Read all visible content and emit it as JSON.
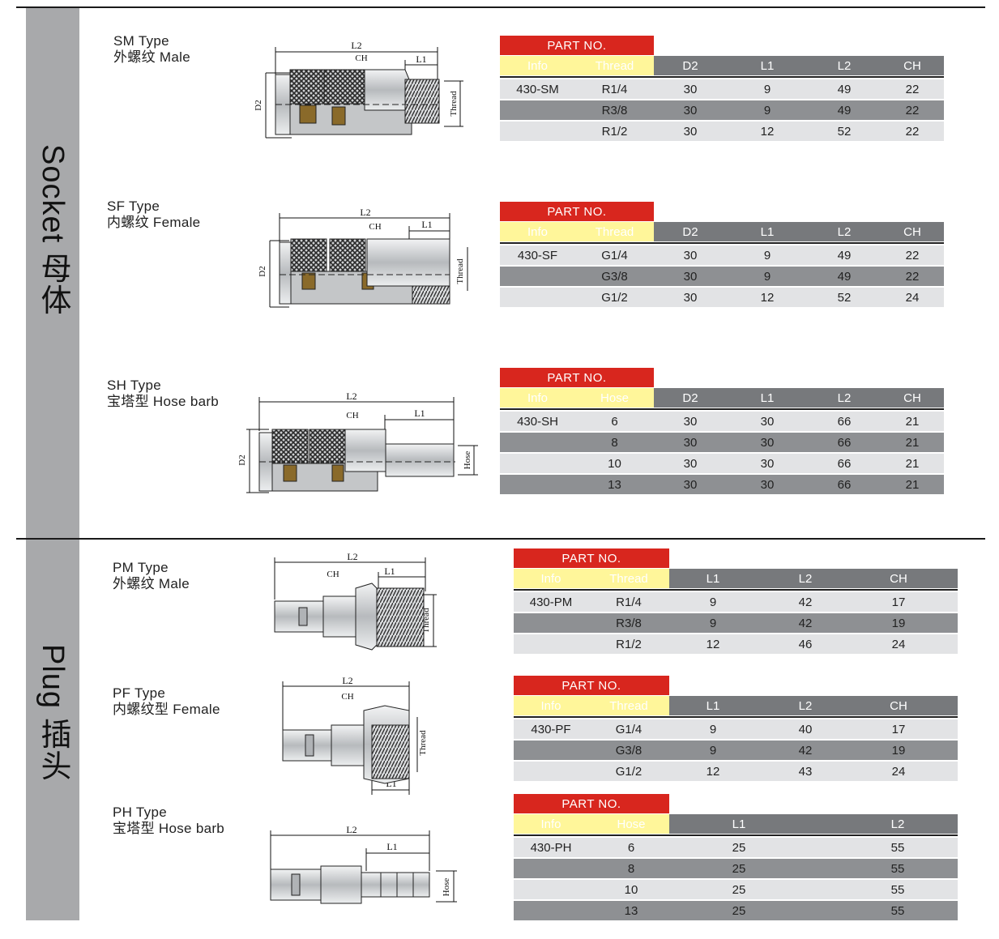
{
  "sections": [
    {
      "id": "socket",
      "label": "Socket 母体"
    },
    {
      "id": "plug",
      "label": "Plug 插头"
    }
  ],
  "colors": {
    "part_no_bg": "#d8261e",
    "info_bg": "#fff69a",
    "header_bg": "#77797c",
    "row_light": "#e2e3e5",
    "row_dark": "#8e9093",
    "band": "#a8a9ab"
  },
  "products": [
    {
      "id": "sm",
      "type": "SM Type",
      "desc": "外螺纹 Male",
      "part_no_label": "PART NO.",
      "columns": [
        "Info",
        "Thread",
        "D2",
        "L1",
        "L2",
        "CH"
      ],
      "rows": [
        [
          "430-SM",
          "R1/4",
          "30",
          "9",
          "49",
          "22"
        ],
        [
          "",
          "R3/8",
          "30",
          "9",
          "49",
          "22"
        ],
        [
          "",
          "R1/2",
          "30",
          "12",
          "52",
          "22"
        ]
      ],
      "drawing": {
        "labels": {
          "l2": "L2",
          "ch": "CH",
          "l1": "L1",
          "d2": "D2",
          "thread": "Thread"
        }
      }
    },
    {
      "id": "sf",
      "type": "SF Type",
      "desc": "内螺纹 Female",
      "part_no_label": "PART NO.",
      "columns": [
        "Info",
        "Thread",
        "D2",
        "L1",
        "L2",
        "CH"
      ],
      "rows": [
        [
          "430-SF",
          "G1/4",
          "30",
          "9",
          "49",
          "22"
        ],
        [
          "",
          "G3/8",
          "30",
          "9",
          "49",
          "22"
        ],
        [
          "",
          "G1/2",
          "30",
          "12",
          "52",
          "24"
        ]
      ],
      "drawing": {
        "labels": {
          "l2": "L2",
          "ch": "CH",
          "l1": "L1",
          "d2": "D2",
          "thread": "Thread"
        }
      }
    },
    {
      "id": "sh",
      "type": "SH Type",
      "desc": "宝塔型 Hose barb",
      "part_no_label": "PART NO.",
      "columns": [
        "Info",
        "Hose",
        "D2",
        "L1",
        "L2",
        "CH"
      ],
      "rows": [
        [
          "430-SH",
          "6",
          "30",
          "30",
          "66",
          "21"
        ],
        [
          "",
          "8",
          "30",
          "30",
          "66",
          "21"
        ],
        [
          "",
          "10",
          "30",
          "30",
          "66",
          "21"
        ],
        [
          "",
          "13",
          "30",
          "30",
          "66",
          "21"
        ]
      ],
      "drawing": {
        "labels": {
          "l2": "L2",
          "ch": "CH",
          "l1": "L1",
          "d2": "D2",
          "hose": "Hose"
        }
      }
    },
    {
      "id": "pm",
      "type": "PM Type",
      "desc": "外螺纹 Male",
      "part_no_label": "PART NO.",
      "columns": [
        "Info",
        "Thread",
        "L1",
        "L2",
        "CH"
      ],
      "rows": [
        [
          "430-PM",
          "R1/4",
          "9",
          "42",
          "17"
        ],
        [
          "",
          "R3/8",
          "9",
          "42",
          "19"
        ],
        [
          "",
          "R1/2",
          "12",
          "46",
          "24"
        ]
      ],
      "drawing": {
        "labels": {
          "l2": "L2",
          "ch": "CH",
          "l1": "L1",
          "thread": "Thread"
        }
      }
    },
    {
      "id": "pf",
      "type": "PF Type",
      "desc": "内螺纹型 Female",
      "part_no_label": "PART NO.",
      "columns": [
        "Info",
        "Thread",
        "L1",
        "L2",
        "CH"
      ],
      "rows": [
        [
          "430-PF",
          "G1/4",
          "9",
          "40",
          "17"
        ],
        [
          "",
          "G3/8",
          "9",
          "42",
          "19"
        ],
        [
          "",
          "G1/2",
          "12",
          "43",
          "24"
        ]
      ],
      "drawing": {
        "labels": {
          "l2": "L2",
          "ch": "CH",
          "l1": "L1",
          "thread": "Thread"
        }
      }
    },
    {
      "id": "ph",
      "type": "PH Type",
      "desc": "宝塔型 Hose barb",
      "part_no_label": "PART NO.",
      "columns": [
        "Info",
        "Hose",
        "L1",
        "L2"
      ],
      "rows": [
        [
          "430-PH",
          "6",
          "25",
          "55"
        ],
        [
          "",
          "8",
          "25",
          "55"
        ],
        [
          "",
          "10",
          "25",
          "55"
        ],
        [
          "",
          "13",
          "25",
          "55"
        ]
      ],
      "drawing": {
        "labels": {
          "l2": "L2",
          "l1": "L1",
          "hose": "Hose"
        }
      }
    }
  ]
}
